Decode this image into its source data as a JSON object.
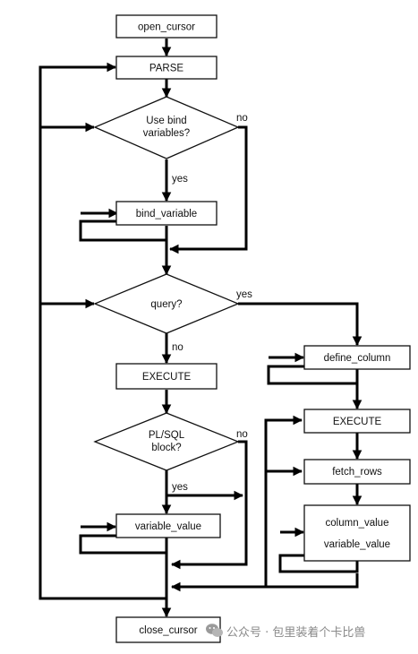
{
  "nodes": {
    "open_cursor": "open_cursor",
    "parse": "PARSE",
    "use_bind_line1": "Use bind",
    "use_bind_line2": "variables?",
    "bind_variable": "bind_variable",
    "query": "query?",
    "execute_left": "EXECUTE",
    "plsql_line1": "PL/SQL",
    "plsql_line2": "block?",
    "variable_value_left": "variable_value",
    "define_column": "define_column",
    "execute_right": "EXECUTE",
    "fetch_rows": "fetch_rows",
    "column_value": "column_value",
    "variable_value_right": "variable_value",
    "close_cursor": "close_cursor"
  },
  "edge_labels": {
    "bind_no": "no",
    "bind_yes": "yes",
    "query_yes": "yes",
    "query_no": "no",
    "plsql_no": "no",
    "plsql_yes": "yes"
  },
  "watermark": "公众号 · 包里装着个卡比兽",
  "icon": "wechat-icon"
}
